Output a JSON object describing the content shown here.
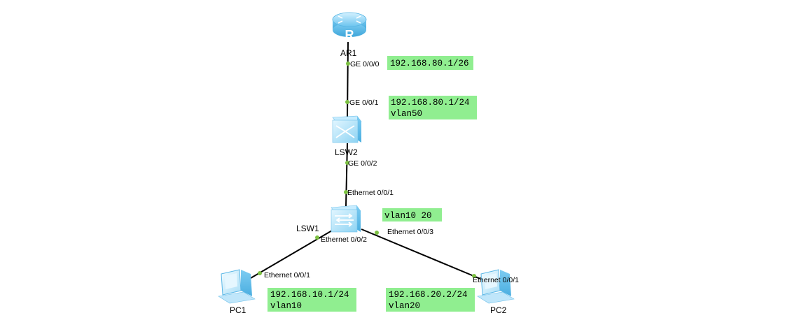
{
  "colors": {
    "link": "#000000",
    "port_dot": "#7cc142",
    "note_bg": "#90ee90",
    "device_light": "#d4f1ff",
    "device_mid": "#8dd3f3",
    "device_dark": "#3ea6da"
  },
  "devices": {
    "ar1": {
      "label": "AR1",
      "icon": "router-icon"
    },
    "lsw2": {
      "label": "LSW2",
      "icon": "l3-switch-icon"
    },
    "lsw1": {
      "label": "LSW1",
      "icon": "l2-switch-icon"
    },
    "pc1": {
      "label": "PC1",
      "icon": "pc-icon"
    },
    "pc2": {
      "label": "PC2",
      "icon": "pc-icon"
    }
  },
  "ports": {
    "ar1_ge000": "GE 0/0/0",
    "lsw2_ge001": "GE 0/0/1",
    "lsw2_ge002": "GE 0/0/2",
    "lsw1_e001": "Ethernet 0/0/1",
    "lsw1_e002": "Ethernet 0/0/2",
    "lsw1_e003": "Ethernet 0/0/3",
    "pc1_e001": "Ethernet 0/0/1",
    "pc2_e001": "Ethernet 0/0/1"
  },
  "notes": {
    "ar1_ip": {
      "line1": "192.168.80.1/26"
    },
    "lsw2_vlan": {
      "line1": "192.168.80.1/24",
      "line2": "vlan50"
    },
    "lsw1_vlans": {
      "line1": "vlan10 20"
    },
    "pc1_ip": {
      "line1": "192.168.10.1/24",
      "line2": "vlan10"
    },
    "pc2_ip": {
      "line1": "192.168.20.2/24",
      "line2": "vlan20"
    }
  }
}
